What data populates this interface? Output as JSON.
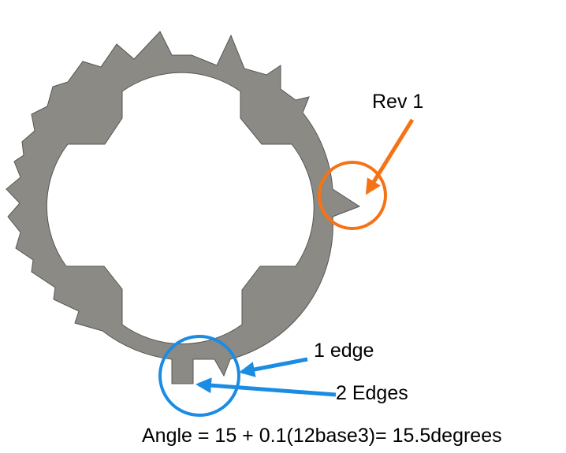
{
  "labels": {
    "rev": "Rev 1",
    "one_edge": "1 edge",
    "two_edges": "2 Edges",
    "formula": "Angle = 15 + 0.1(12base3)= 15.5degrees"
  },
  "colors": {
    "part_fill": "#8c8a84",
    "part_edge": "#555555",
    "orange": "#f57317",
    "blue": "#1b8ce3",
    "text": "#000000"
  }
}
